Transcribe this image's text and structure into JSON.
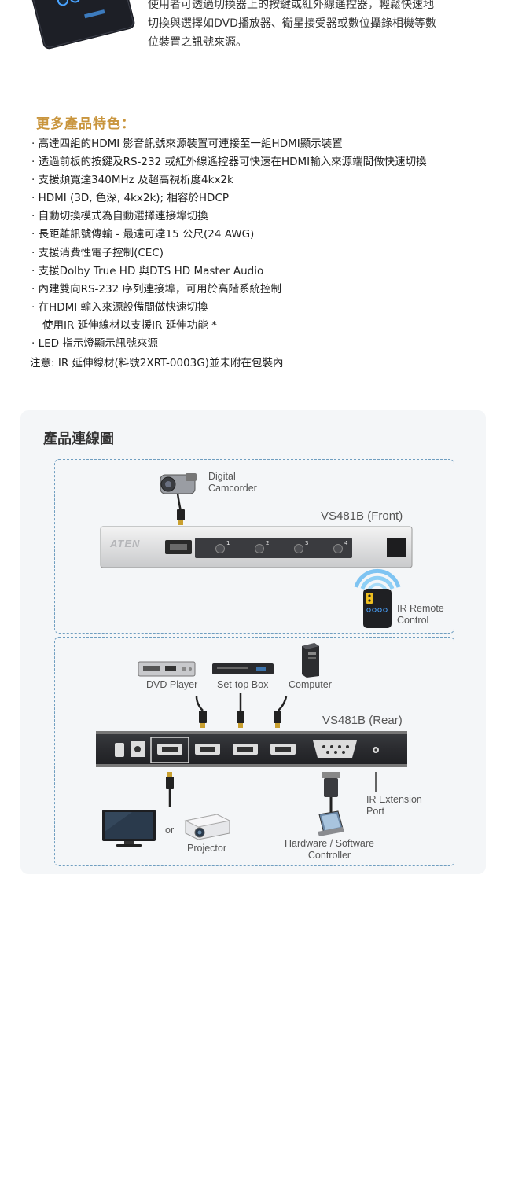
{
  "intro": {
    "lines": [
      "使用者可透過切換器上的按鍵或紅外線遙控器，輕鬆快速地",
      "切換與選擇如DVD播放器、衛星接受器或數位攝錄相機等數",
      "位裝置之訊號來源。"
    ]
  },
  "features": {
    "title": "更多產品特色：",
    "items": [
      "· 高達四組的HDMI 影音訊號來源裝置可連接至一組HDMI顯示裝置",
      "· 透過前板的按鍵及RS-232 或紅外線遙控器可快速在HDMI輸入來源端間做快速切換",
      "· 支援頻寬達340MHz 及超高視析度4kx2k",
      "· HDMI (3D, 色深, 4kx2k); 相容於HDCP",
      "· 自動切換模式為自動選擇連接埠切換",
      "· 長距離訊號傳輸 - 最遠可達15 公尺(24 AWG)",
      "· 支援消費性電子控制(CEC)",
      "· 支援Dolby True HD 與DTS HD Master Audio",
      "· 內建雙向RS-232 序列連接埠，可用於高階系統控制",
      "· 在HDMI 輸入來源設備間做快速切換",
      "使用IR 延伸線材以支援IR 延伸功能 *",
      "· LED 指示燈顯示訊號來源"
    ],
    "note": "注意: IR 延伸線材(料號2XRT-0003G)並未附在包裝內"
  },
  "diagram": {
    "title": "產品連線圖",
    "front": {
      "model": "VS481B (Front)",
      "brand": "ATEN",
      "camcorder_line1": "Digital",
      "camcorder_line2": "Camcorder",
      "port_numbers": [
        "1",
        "2",
        "3",
        "4"
      ],
      "remote_line1": "IR Remote",
      "remote_line2": "Control"
    },
    "rear": {
      "model": "VS481B (Rear)",
      "dvd": "DVD Player",
      "settop": "Set-top Box",
      "computer": "Computer",
      "or": "or",
      "projector": "Projector",
      "controller_line1": "Hardware / Software",
      "controller_line2": "Controller",
      "irport_line1": "IR Extension",
      "irport_line2": "Port"
    }
  }
}
